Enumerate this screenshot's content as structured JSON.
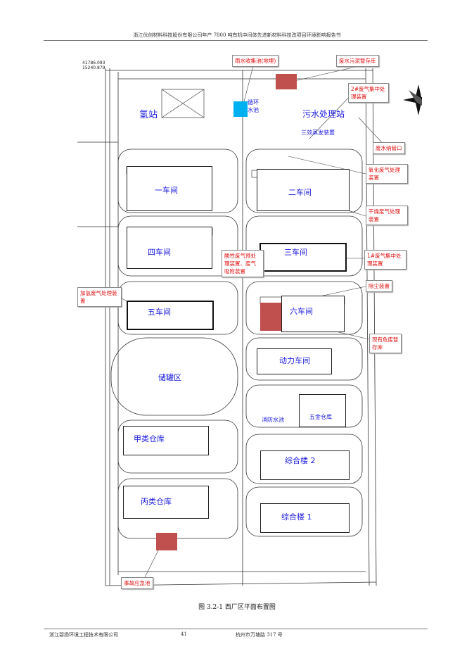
{
  "header": {
    "title": "浙江优创材料科技股份有限公司年产 7800 吨有机中间体先进新材料科技改项目环境影响报告书"
  },
  "plan": {
    "coordinates": [
      "41786.093",
      "15240.879"
    ],
    "buildings": {
      "hydrogen_station": "氢站",
      "circulating_pool": "循环水池",
      "wastewater_station": "污水处理站",
      "evaporator": "三效蒸发装置",
      "workshop1": "一车间",
      "workshop2": "二车间",
      "workshop3": "三车间",
      "workshop4": "四车间",
      "workshop5": "五车间",
      "workshop6": "六车间",
      "power_workshop": "动力车间",
      "tank_area": "储罐区",
      "fire_pool": "消防水池",
      "hardware_warehouse": "五金仓库",
      "class_a_warehouse": "甲类仓库",
      "office2": "综合楼 2",
      "class_c_warehouse": "丙类仓库",
      "office1": "综合楼 1"
    },
    "callouts": {
      "rain_pool": "雨水收集池(地埋)",
      "sludge_store": "废水污泥暂存库",
      "gas2": "2#废气集中处理装置",
      "discharge": "废水纳管口",
      "oxidation": "氧化废气处理装置",
      "drying": "干燥废气处理装置",
      "gas1": "1#废气集中处理装置",
      "acid": "酸性废气预处理装置、废气吸附装置",
      "dust": "除尘装置",
      "hazwaste": "现有危废暂存库",
      "hydrogenation": "加氢废气处理装置",
      "emergency_pool": "事故应急池"
    },
    "colors": {
      "red_area": "#c0504d",
      "blue_area": "#00b0f0",
      "label_blue": "#1a1adc",
      "callout_red": "#e01010"
    }
  },
  "caption": "图 3.2-1  西厂区平面布置图",
  "footer": {
    "company": "浙江碧扬环境工程技术有限公司",
    "page": "41",
    "address": "杭州市万塘路 317 号"
  }
}
